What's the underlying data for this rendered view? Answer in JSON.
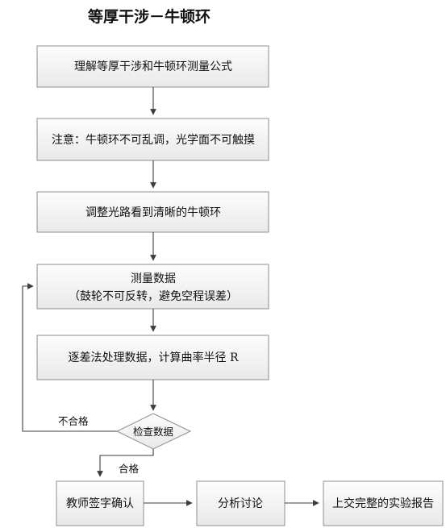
{
  "title": "等厚干涉－牛顿环",
  "steps": [
    {
      "label": "理解等厚干涉和牛顿环测量公式"
    },
    {
      "label": "注意：牛顿环不可乱调，光学面不可触摸"
    },
    {
      "label": "调整光路看到清晰的牛顿环"
    },
    {
      "label_line1": "测量数据",
      "label_line2": "（鼓轮不可反转，避免空程误差）"
    },
    {
      "label": "逐差法处理数据，计算曲率半径 R"
    }
  ],
  "decision": {
    "label": "检查数据",
    "fail_label": "不合格",
    "pass_label": "合格"
  },
  "final_steps": [
    {
      "label": "教师签字确认"
    },
    {
      "label": "分析讨论"
    },
    {
      "label": "上交完整的实验报告"
    }
  ]
}
